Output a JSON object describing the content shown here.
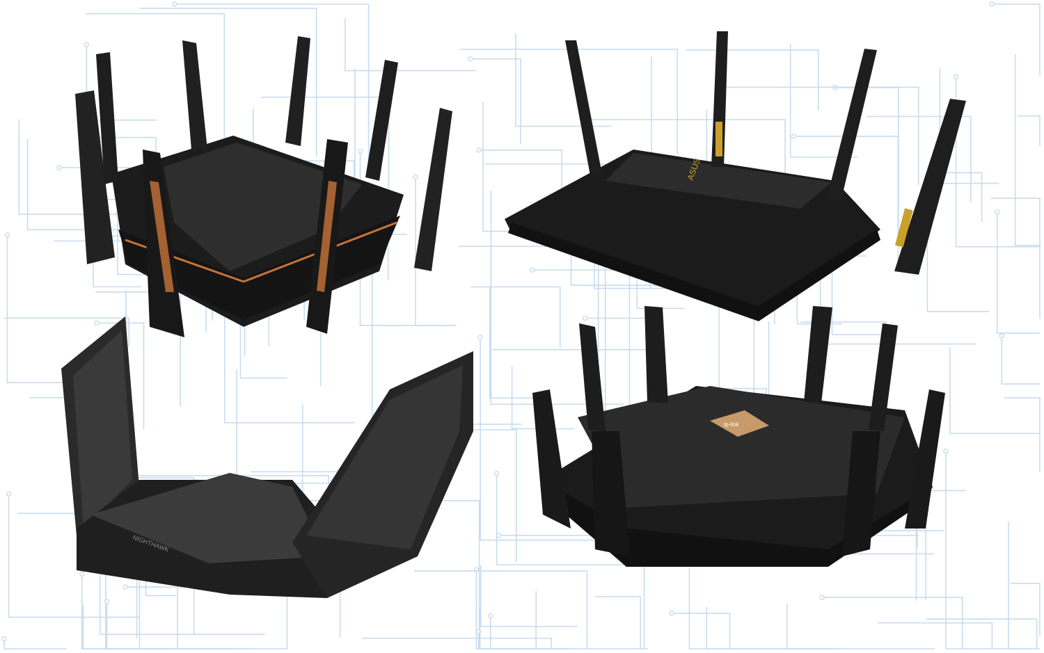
{
  "image": {
    "subject": "wifi-routers-collage",
    "background_line_color": "#c8dcef",
    "products": [
      {
        "id": "rog-router",
        "logo_text": "",
        "accent_color": "#c8743a"
      },
      {
        "id": "asus-router",
        "logo_text": "ASUS",
        "accent_color": "#c9a02a"
      },
      {
        "id": "nighthawk-router",
        "logo_text": "NIGHTHAWK",
        "accent_color": "#3a3a3a"
      },
      {
        "id": "tplink-router",
        "logo_text": "tp-link",
        "accent_color": "#c89a6a"
      }
    ]
  }
}
